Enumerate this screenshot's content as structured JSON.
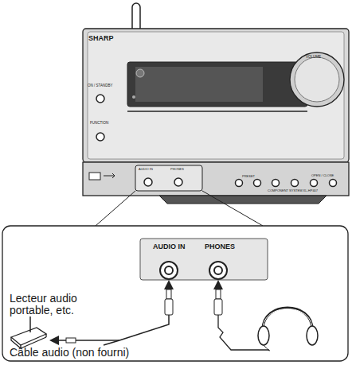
{
  "diagram": {
    "labels": [
      "SHARP",
      "ON / STANDBY",
      "FUNCTION",
      "VOLUME",
      "AUDIO IN",
      "PHONES",
      "PRESET",
      "OPEN / CLOSE",
      "COMPONENT SYSTEM XL-HP407",
      "AUDIO IN",
      "PHONES",
      "Lecteur audio portable, etc.",
      "Câble audio (non fourni)"
    ]
  }
}
